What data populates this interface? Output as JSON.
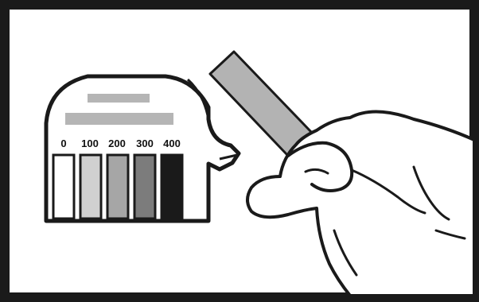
{
  "color_chart": {
    "scale": [
      {
        "label": "0",
        "color": "#ffffff"
      },
      {
        "label": "100",
        "color": "#d0d0d0"
      },
      {
        "label": "200",
        "color": "#a6a6a6"
      },
      {
        "label": "300",
        "color": "#7c7c7c"
      },
      {
        "label": "400",
        "color": "#1a1a1a"
      }
    ]
  },
  "colors": {
    "outline": "#1a1a1a",
    "label_placeholder": "#b5b5b5",
    "test_strip": "#b3b3b3",
    "background": "#ffffff"
  }
}
